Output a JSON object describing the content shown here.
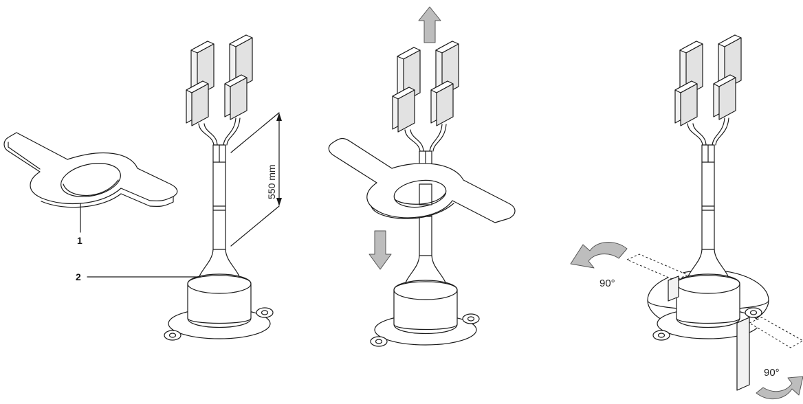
{
  "callouts": {
    "one": "1",
    "two": "2"
  },
  "dimension": {
    "label": "550 mm"
  },
  "angles": {
    "top": "90°",
    "bottom": "90°"
  },
  "colors": {
    "line": "#1a1a1a",
    "arrow_fill": "#bdbdbd"
  }
}
